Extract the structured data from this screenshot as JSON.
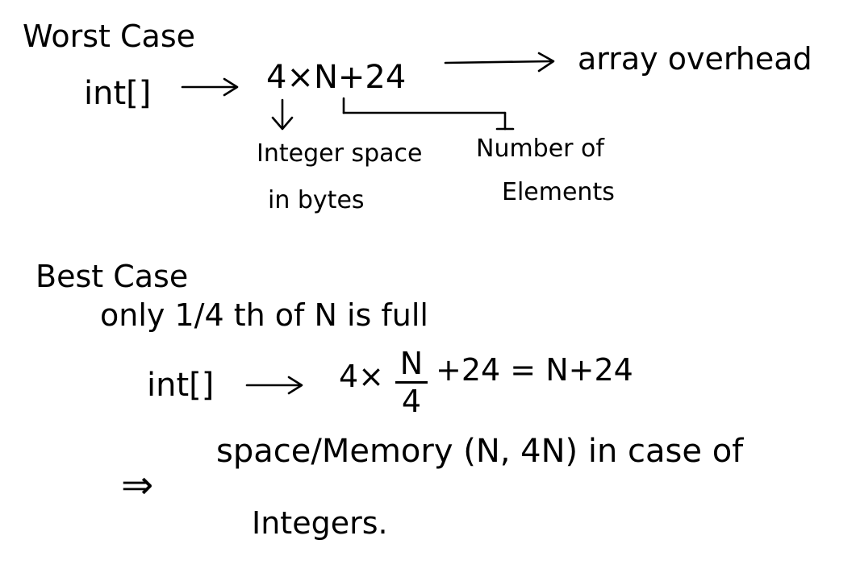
{
  "worst_case": {
    "heading": "Worst Case",
    "lhs": "int[]",
    "expression": "4×N+24",
    "overhead_label": "array overhead",
    "integer_space_line1": "Integer space",
    "integer_space_line2": "in bytes",
    "num_elements_line1": "Number of",
    "num_elements_line2": "Elements"
  },
  "best_case": {
    "heading": "Best Case",
    "note": "only 1/4 th of N is full",
    "lhs": "int[]",
    "expr_prefix": "4×",
    "frac_num": "N",
    "frac_den": "4",
    "expr_suffix": "+24 = N+24"
  },
  "conclusion": {
    "implies": "⇒",
    "line1": "space/Memory (N, 4N) in case of",
    "line2": "Integers."
  }
}
